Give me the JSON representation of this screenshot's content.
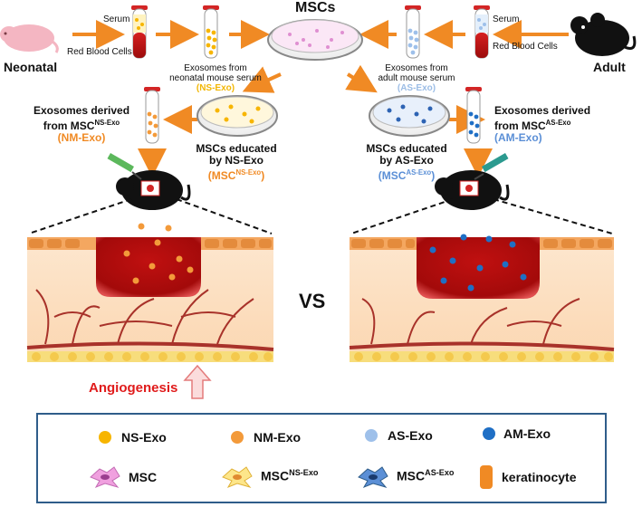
{
  "top": {
    "title": "MSCs",
    "left_label": "Neonatal",
    "right_label": "Adult",
    "serum_left": "Serum",
    "rbc_left": "Red Blood Cells",
    "serum_right": "Serum",
    "rbc_right": "Red Blood Cells",
    "exo_left_line1": "Exosomes from",
    "exo_left_line2": "neonatal mouse serum",
    "exo_left_abbr": "(NS-Exo)",
    "exo_right_line1": "Exosomes  from",
    "exo_right_line2": "adult mouse serum",
    "exo_right_abbr": "(AS-Exo)"
  },
  "middle": {
    "left_derived_line1": "Exosomes derived",
    "left_derived_from": "from MSC",
    "left_derived_sup": "NS-Exo",
    "left_derived_abbr": "(NM-Exo)",
    "left_educated_line1": "MSCs educated",
    "left_educated_line2": "by NS-Exo",
    "left_educated_abbr_open": "(MSC",
    "left_educated_abbr_sup": "NS-Exo",
    "left_educated_abbr_close": ")",
    "right_educated_line1": "MSCs educated",
    "right_educated_line2": "by AS-Exo",
    "right_educated_abbr_open": "(MSC",
    "right_educated_abbr_sup": "AS-Exo",
    "right_educated_abbr_close": ")",
    "right_derived_line1": "Exosomes derived",
    "right_derived_from": "from MSC",
    "right_derived_sup": "AS-Exo",
    "right_derived_abbr": "(AM-Exo)"
  },
  "bottom": {
    "vs": "VS",
    "angiogenesis": "Angiogenesis"
  },
  "legend": {
    "ns_exo": "NS-Exo",
    "nm_exo": "NM-Exo",
    "as_exo": "AS-Exo",
    "am_exo": "AM-Exo",
    "msc": "MSC",
    "msc_ns_base": "MSC",
    "msc_ns_sup": "NS-Exo",
    "msc_as_base": "MSC",
    "msc_as_sup": "AS-Exo",
    "keratinocyte": "keratinocyte"
  },
  "colors": {
    "ns_exo": "#f7b500",
    "nm_exo": "#f39a3a",
    "as_exo": "#9ec0ea",
    "am_exo": "#1f6fc5",
    "msc": "#d97ac9",
    "arrow": "#f08a24",
    "wound": "#b50f0f",
    "vessel": "#a8322a",
    "legend_border": "#2f5d8a"
  }
}
